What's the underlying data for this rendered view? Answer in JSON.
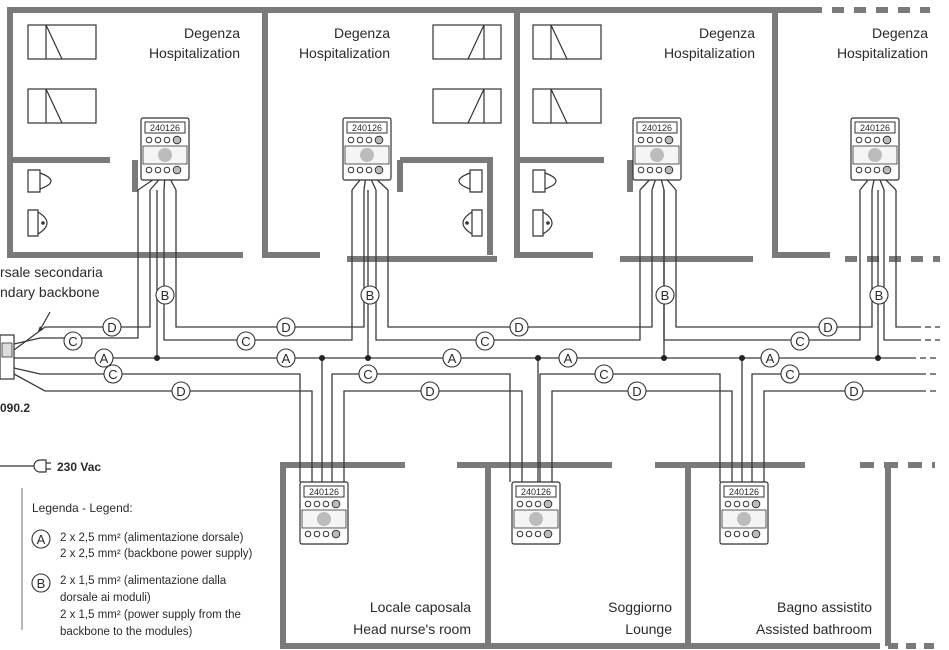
{
  "rooms_top": [
    {
      "it": "Degenza",
      "en": "Hospitalization"
    },
    {
      "it": "Degenza",
      "en": "Hospitalization"
    },
    {
      "it": "Degenza",
      "en": "Hospitalization"
    },
    {
      "it": "Degenza",
      "en": "Hospitalization"
    }
  ],
  "rooms_bottom": [
    {
      "it": "Locale caposala",
      "en": "Head nurse's room"
    },
    {
      "it": "Soggiorno",
      "en": "Lounge"
    },
    {
      "it": "Bagno assistito",
      "en": "Assisted bathroom"
    }
  ],
  "backbone_label": {
    "line1": "rsale secondaria",
    "line2": "ndary backbone"
  },
  "power_unit_code": "090.2",
  "power_label": "230 Vac",
  "module_display": "240126",
  "legend": {
    "title": "Legenda - Legend:",
    "items": [
      {
        "letter": "A",
        "lines": [
          "2 x 2,5 mm² (alimentazione dorsale)",
          "2 x 2,5 mm² (backbone power supply)"
        ]
      },
      {
        "letter": "B",
        "lines": [
          "2 x 1,5 mm² (alimentazione dalla",
          "dorsale ai moduli)",
          "2 x 1,5 mm² (power supply from the",
          "backbone to the modules)"
        ]
      }
    ]
  },
  "cable_letters": [
    "A",
    "B",
    "C",
    "D"
  ]
}
